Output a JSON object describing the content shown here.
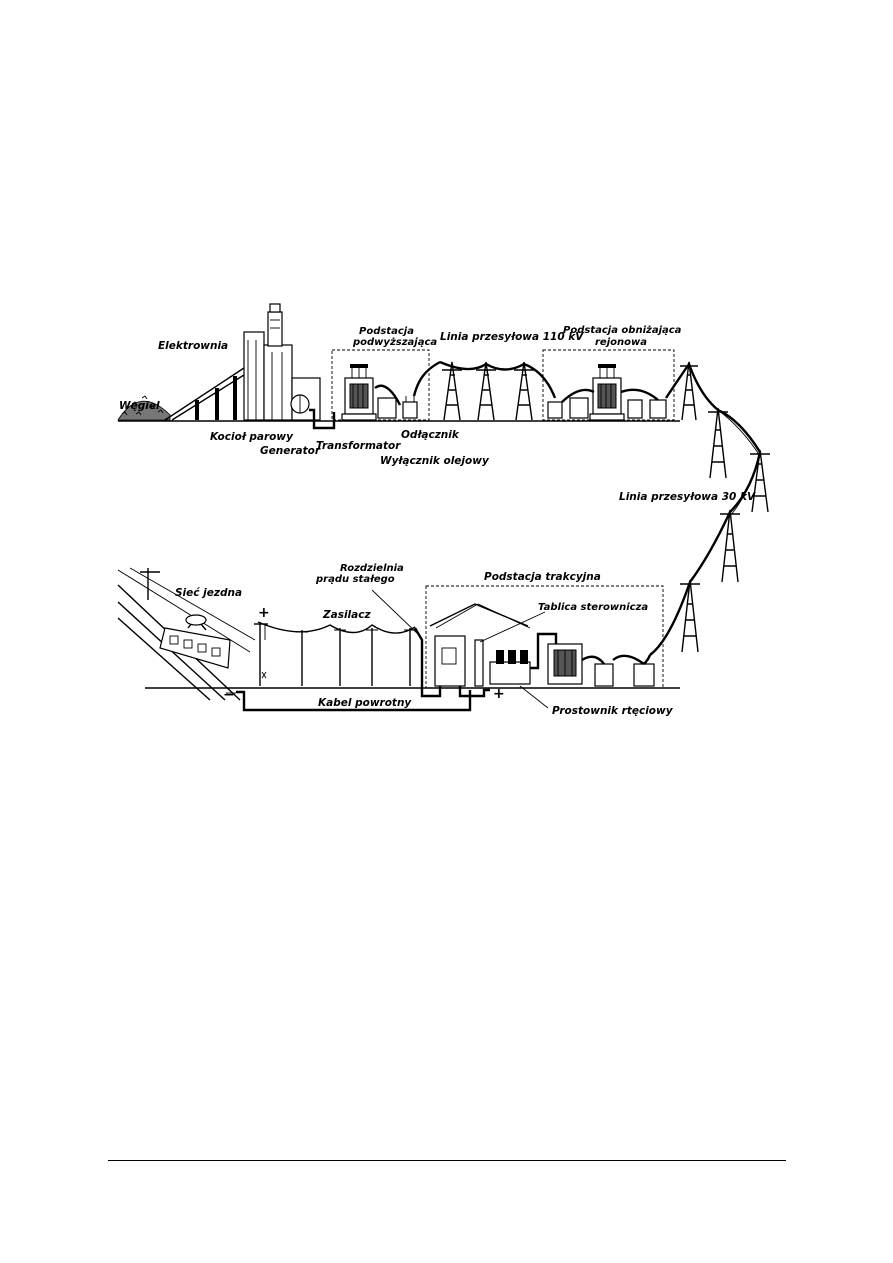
{
  "labels": {
    "wegiel": "Węgiel",
    "elektrownia": "Elektrownia",
    "podstacja_podwyzszajaca_1": "Podstacja",
    "podstacja_podwyzszajaca_2": "podwyższająca",
    "linia_110": "Linia przesyłowa 110 kV",
    "podstacja_obnizajaca_1": "Podstacja obniżająca",
    "podstacja_obnizajaca_2": "rejonowa",
    "kociol": "Kocioł parowy",
    "generator": "Generator",
    "transformator": "Transformator",
    "odlacznik": "Odłącznik",
    "wylacznik": "Wyłącznik olejowy",
    "linia_30": "Linia przesyłowa 30 kV",
    "rozdzielnia_1": "Rozdzielnia",
    "rozdzielnia_2": "prądu stałego",
    "podstacja_trakcyjna": "Podstacja trakcyjna",
    "siec_jezdna": "Sieć jezdna",
    "zasilacz": "Zasilacz",
    "tablica": "Tablica sterownicza",
    "kabel": "Kabel powrotny",
    "prostownik": "Prostownik rtęciowy"
  },
  "signs": {
    "plus_feeder": "+",
    "plus_rectifier": "+",
    "minus_return": "−"
  }
}
